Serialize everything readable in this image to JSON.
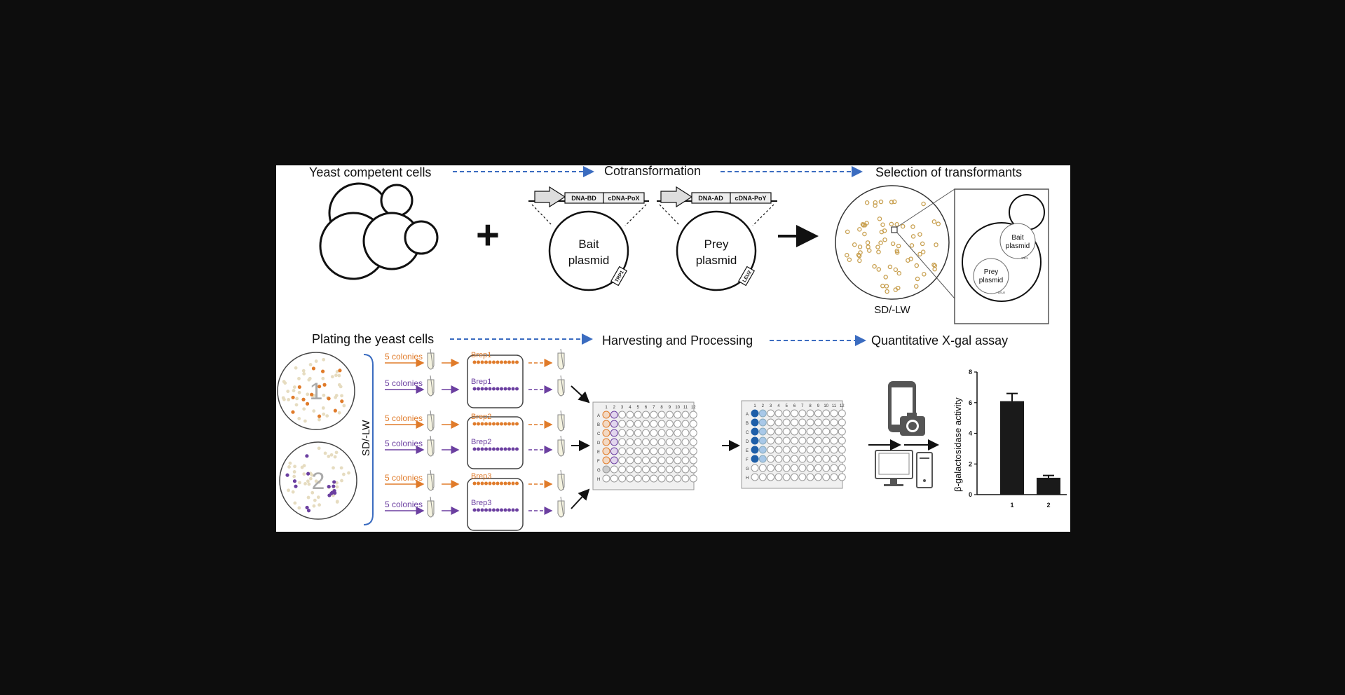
{
  "titles": {
    "yeast": "Yeast competent cells",
    "cotransformation": "Cotransformation",
    "selection": "Selection of transformants",
    "plating": "Plating the yeast cells",
    "harvesting": "Harvesting and Processing",
    "xgal": "Quantitative X-gal assay"
  },
  "plus": "+",
  "bait": {
    "domain": "DNA-BD",
    "cdna": "cDNA-PoX",
    "line1": "Bait",
    "line2": "plasmid",
    "marker": "TRP1"
  },
  "prey": {
    "domain": "DNA-AD",
    "cdna": "cDNA-PoY",
    "line1": "Prey",
    "line2": "plasmid",
    "marker": "LEU2"
  },
  "selection_plate_label": "SD/-LW",
  "zoom": {
    "bait1": "Bait",
    "bait2": "plasmid",
    "bait_marker": "TRP1",
    "prey1": "Prey",
    "prey2": "plasmid",
    "prey_marker": "LEU2"
  },
  "plates": {
    "p1": "1",
    "p2": "2",
    "medium": "SD/-LW"
  },
  "colonies_label": "5 colonies",
  "breps": [
    "Brep1",
    "Brep1",
    "Brep2",
    "Brep2",
    "Brep3",
    "Brep3"
  ],
  "well_cols": [
    "1",
    "2",
    "3",
    "4",
    "5",
    "6",
    "7",
    "8",
    "9",
    "10",
    "11",
    "12"
  ],
  "well_rows": [
    "A",
    "B",
    "C",
    "D",
    "E",
    "F",
    "G",
    "H"
  ],
  "colors": {
    "orange": "#e07b2a",
    "purple": "#6b3fa0",
    "blue_arrow": "#3b6cc0",
    "bar": "#1a1a1a",
    "dark_blue": "#1f5fa8",
    "light_blue": "#a8c8e8"
  },
  "chart_data": {
    "type": "bar",
    "categories": [
      "1",
      "2"
    ],
    "values": [
      6.1,
      1.1
    ],
    "errors": [
      0.5,
      0.15
    ],
    "ylabel": "β-galactosidase activity",
    "ylim": [
      0,
      8
    ],
    "yticks": [
      "0",
      "2",
      "4",
      "6",
      "8"
    ]
  }
}
